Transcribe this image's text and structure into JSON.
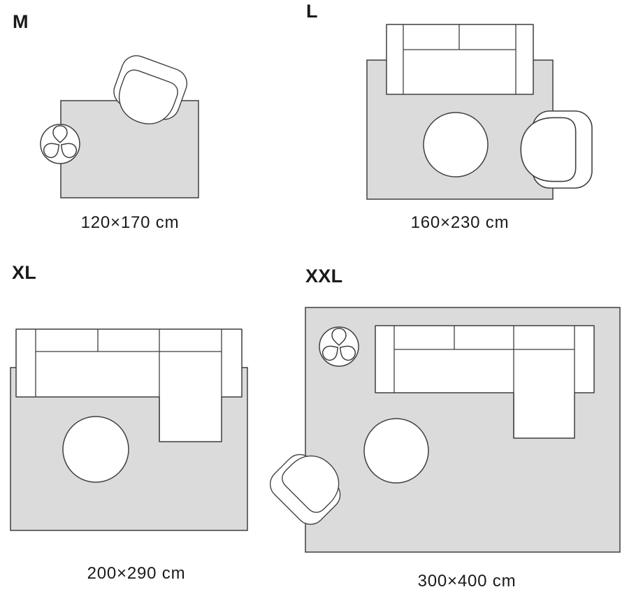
{
  "colors": {
    "background": "#ffffff",
    "rug": "#dbdbdb",
    "furniture": "#ffffff",
    "outline": "#3f3f3f",
    "text": "#1a1a1a"
  },
  "panels": [
    {
      "id": "m",
      "label": "M",
      "caption": "120×170 cm",
      "furniture": [
        "rug",
        "armchair-icon",
        "plant-icon"
      ]
    },
    {
      "id": "l",
      "label": "L",
      "caption": "160×230 cm",
      "furniture": [
        "rug",
        "sofa-two-seater-icon",
        "coffee-table-icon",
        "armchair-icon"
      ]
    },
    {
      "id": "xl",
      "label": "XL",
      "caption": "200×290 cm",
      "furniture": [
        "rug",
        "sectional-sofa-chaise-icon",
        "coffee-table-icon"
      ]
    },
    {
      "id": "xxl",
      "label": "XXL",
      "caption": "300×400 cm",
      "furniture": [
        "rug",
        "plant-icon",
        "sectional-sofa-chaise-icon",
        "coffee-table-icon",
        "armchair-icon"
      ]
    }
  ]
}
